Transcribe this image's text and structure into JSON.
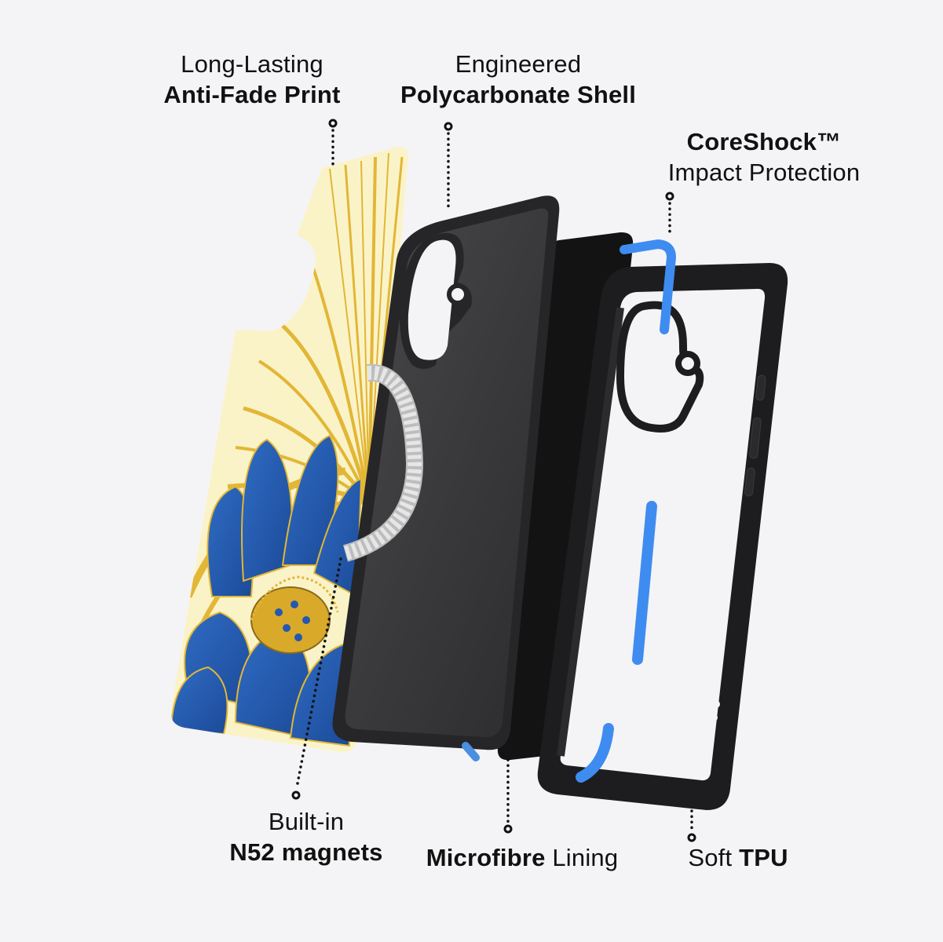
{
  "callouts": {
    "anti_fade": {
      "line1": "Long-Lasting",
      "line2": "Anti-Fade Print"
    },
    "polycarbonate": {
      "line1": "Engineered",
      "line2": "Polycarbonate Shell"
    },
    "coreshock": {
      "line1": "CoreShock™",
      "line2": "Impact Protection"
    },
    "magnets": {
      "line1": "Built-in",
      "line2": "N52 magnets"
    },
    "microfibre": {
      "bold": "Microfibre",
      "light": " Lining"
    },
    "tpu": {
      "light": "Soft ",
      "bold": "TPU"
    }
  },
  "layers": [
    {
      "name": "Printed back plate",
      "pattern": "blue lotus on yellow rays"
    },
    {
      "name": "Polycarbonate shell",
      "color": "#3a3a3c"
    },
    {
      "name": "Microfibre lining",
      "color": "#141414"
    },
    {
      "name": "CoreShock bumper frame",
      "color": "#1c1c1e",
      "accent": "#3f8cf0"
    }
  ],
  "colors": {
    "background": "#f4f4f6",
    "print_cream": "#fbf3c8",
    "print_gold": "#e2b636",
    "print_blue": "#2458b0",
    "shell": "#3b3b3d",
    "lining": "#131313",
    "bumper": "#1d1d1f",
    "coreshock_blue": "#3f8cf0",
    "magnet_ring": "#d9d9d9"
  }
}
